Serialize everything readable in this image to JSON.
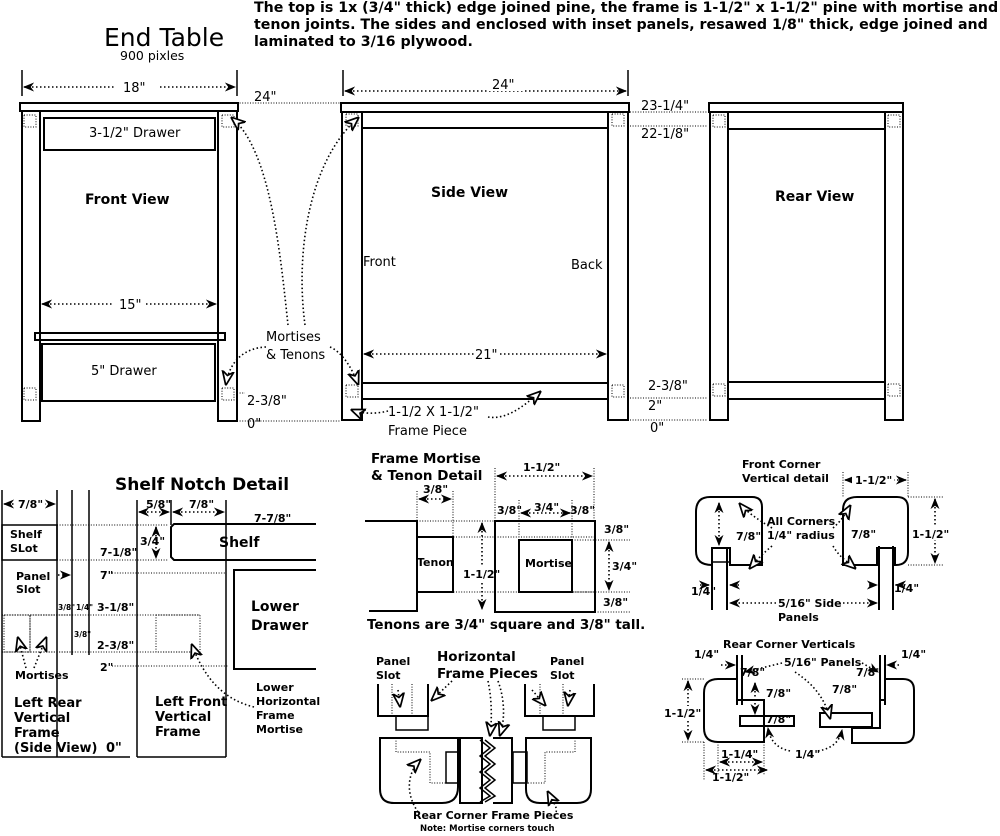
{
  "title": "End Table",
  "subtitle": "900 pixles",
  "notes": "The top is 1x (3/4\" thick) edge joined pine, the frame is 1-1/2\" x 1-1/2\" pine with mortise and tenon joints.  The sides and enclosed with inset panels, resawed 1/8\"  thick, edge joined and laminated to 3/16 plywood.",
  "front": {
    "view_label": "Front View",
    "width": "18\"",
    "drawer_top": "3-1/2\" Drawer",
    "drawer_bottom": "5\" Drawer",
    "inner_width": "15\""
  },
  "side": {
    "view_label": "Side View",
    "width": "24\"",
    "front": "Front",
    "back": "Back",
    "inner_width": "21\""
  },
  "rear": {
    "view_label": "Rear View"
  },
  "heights": {
    "h24": "24\"",
    "h23_14": "23-1/4\"",
    "h22_18": "22-1/8\"",
    "h2_38_left": "2-3/8\"",
    "h2_38_right": "2-3/8\"",
    "h2": "2\"",
    "h0_left": "0\"",
    "h0_right": "0\""
  },
  "callouts": {
    "mortises_1": "Mortises",
    "mortises_2": "& Tenons",
    "frame_1": "1-1/2 X 1-1/2\"",
    "frame_2": "Frame Piece"
  },
  "shelf": {
    "title": "Shelf Notch Detail",
    "d7_8a": "7/8\"",
    "shelf_slot_1": "Shelf",
    "shelf_slot_2": "SLot",
    "panel_slot_1": "Panel",
    "panel_slot_2": "Slot",
    "h7_18": "7-1/8\"",
    "h7": "7\"",
    "h3_18": "3-1/8\"",
    "h2_38": "2-3/8\"",
    "h2": "2\"",
    "h0": "0\"",
    "s38": "3/8\"",
    "s14": "1/4\"",
    "s38b": "3/8\"",
    "mortises": "Mortises",
    "lr_1": "Left Rear",
    "lr_2": "Vertical",
    "lr_3": "Frame",
    "lr_4": "(Side View)",
    "d5_8": "5/8\"",
    "d7_8b": "7/8\"",
    "d3_4": "3/4\"",
    "h7_78": "7-7/8\"",
    "shelf": "Shelf",
    "ld_1": "Lower",
    "ld_2": "Drawer",
    "lf_1": "Left Front",
    "lf_2": "Vertical",
    "lf_3": "Frame",
    "lh_1": "Lower",
    "lh_2": "Horizontal",
    "lh_3": "Frame",
    "lh_4": "Mortise"
  },
  "mortise": {
    "title_1": "Frame Mortise",
    "title_2": "& Tenon Detail",
    "d3_8a": "3/8\"",
    "tenon": "Tenon",
    "d1_12a": "1-1/2\"",
    "d1_12b": "1-1/2\"",
    "d3_8b": "3/8\"",
    "d3_4a": "3/4\"",
    "d3_8c": "3/8\"",
    "mortise": "Mortise",
    "d3_8d": "3/8\"",
    "d3_4b": "3/4\"",
    "d3_8e": "3/8\"",
    "note": "Tenons are 3/4\" square and 3/8\" tall."
  },
  "horiz": {
    "title_1": "Horizontal",
    "title_2": "Frame Pieces",
    "ps1_1": "Panel",
    "ps1_2": "Slot",
    "ps2_1": "Panel",
    "ps2_2": "Slot",
    "rear": "Rear Corner Frame Pieces",
    "note": "Note: Mortise corners touch"
  },
  "fcorner": {
    "title_1": "Front Corner",
    "title_2": "Vertical detail",
    "d1_12a": "1-1/2\"",
    "all_1": "All Corners",
    "all_2": "1/4\" radius",
    "d7_8a": "7/8\"",
    "d7_8b": "7/8\"",
    "d1_12b": "1-1/2\"",
    "d1_4a": "1/4\"",
    "d1_4b": "1/4\"",
    "panels_1": "5/16\" Side",
    "panels_2": "Panels"
  },
  "rcorner": {
    "title": "Rear Corner Verticals",
    "d1_4a": "1/4\"",
    "panels": "5/16\" Panels",
    "d1_4b": "1/4\"",
    "d7_8a": "7/8\"",
    "d7_8b": "7/8\"",
    "d7_8c": "7/8\"",
    "d7_8d": "7/8\"",
    "d1_12a": "1-1/2\"",
    "d1_14": "1-1/4\"",
    "d1_4c": "1/4\"",
    "d1_12b": "1-1/2\""
  }
}
